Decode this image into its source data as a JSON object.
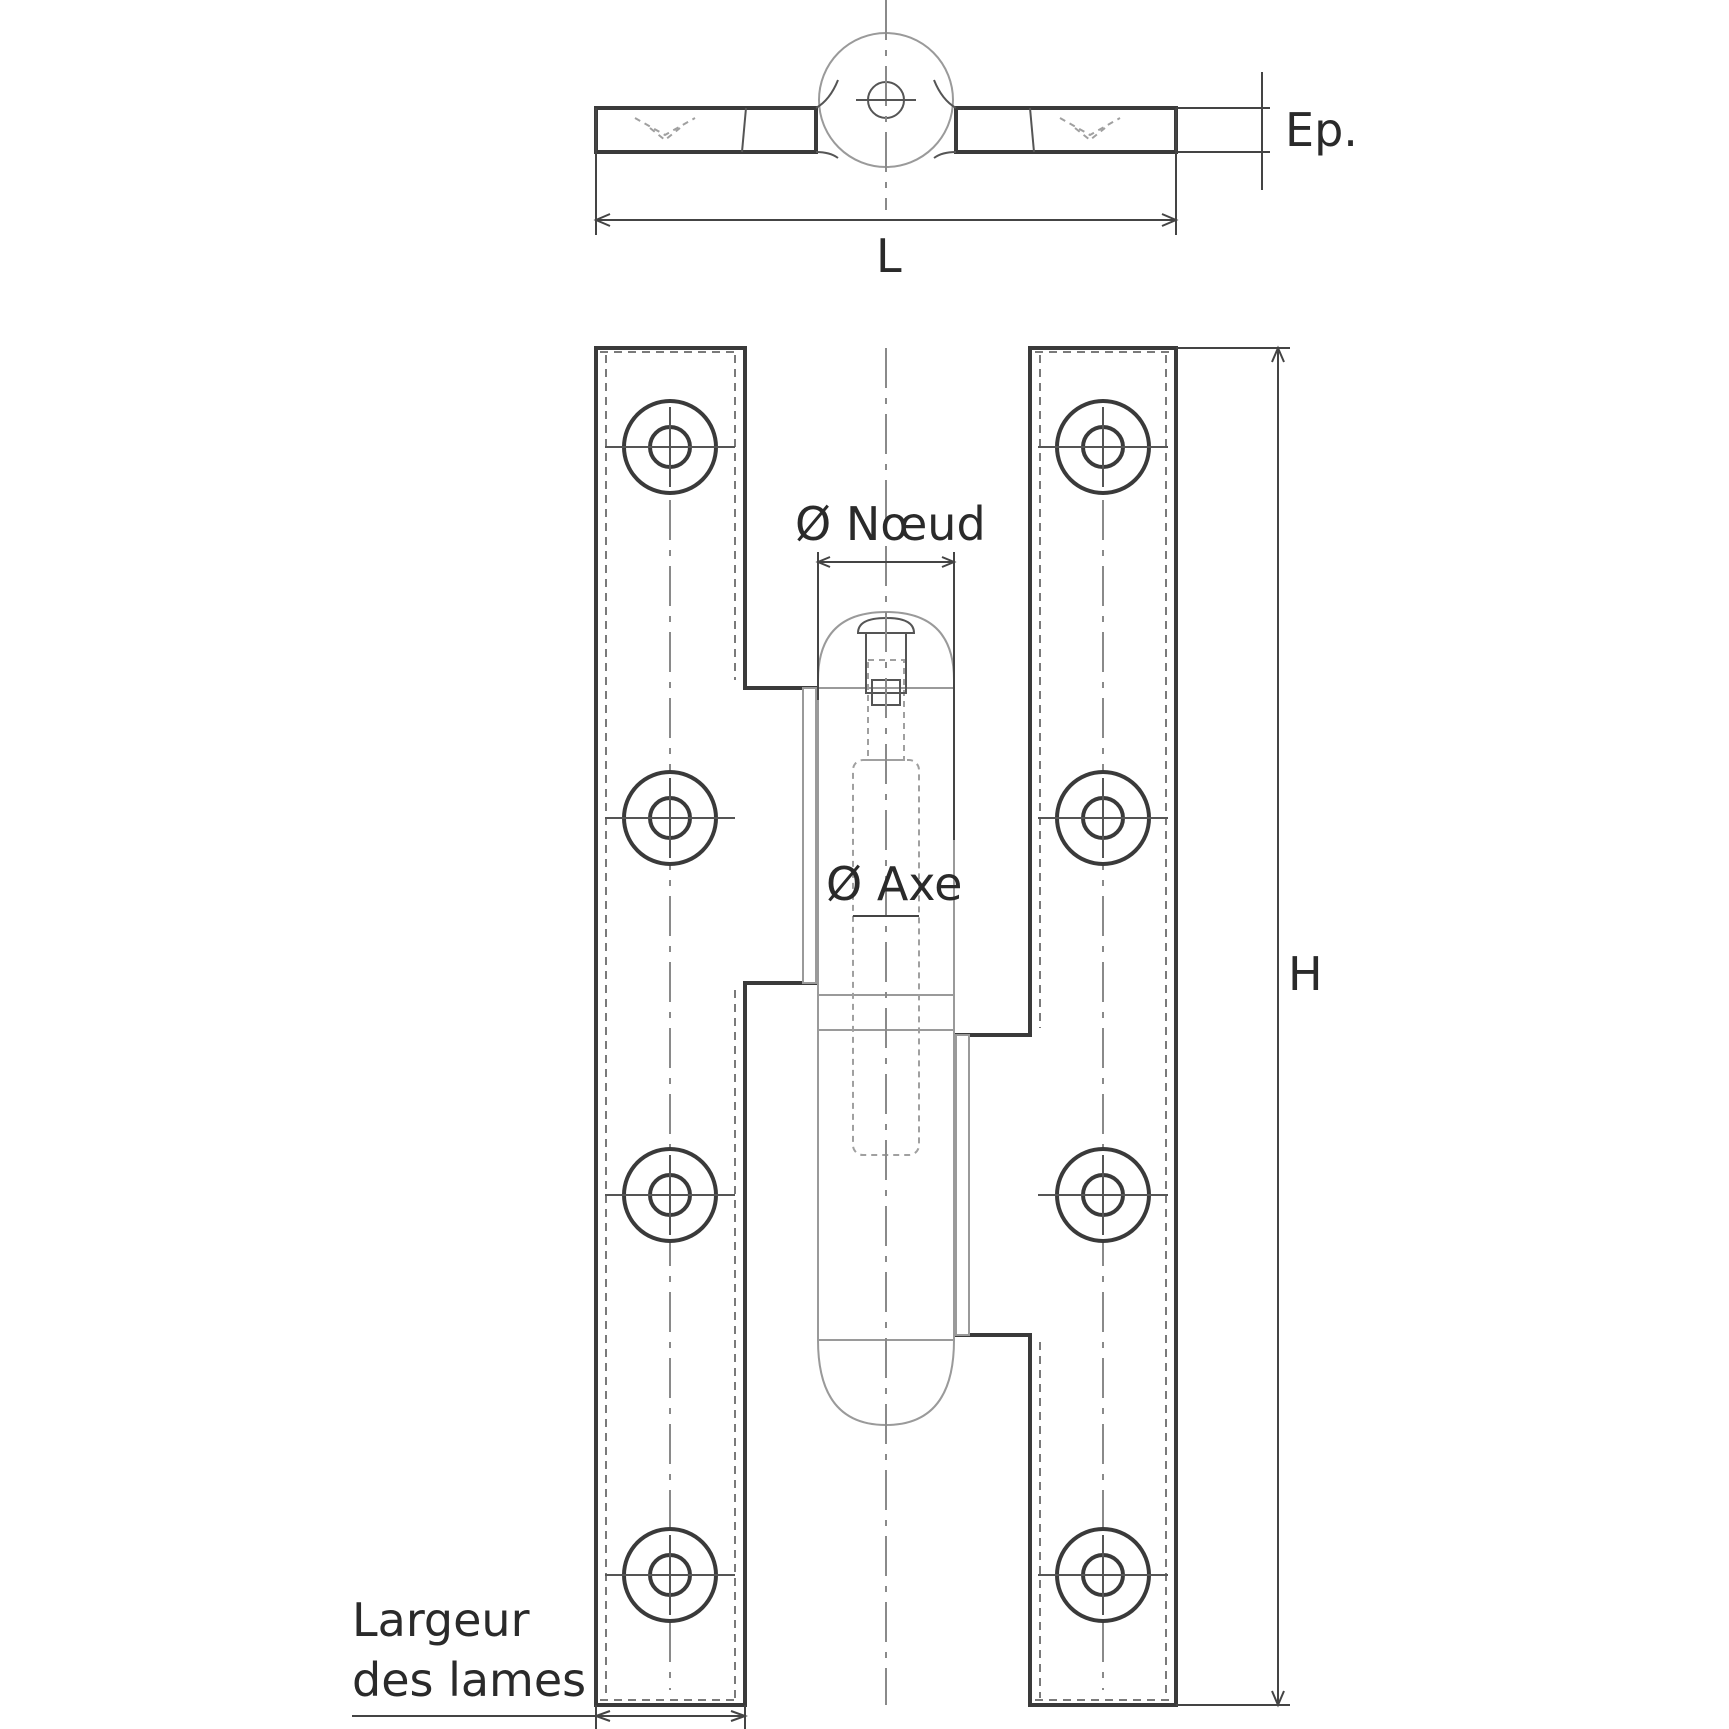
{
  "labels": {
    "thickness": "Ep.",
    "length": "L",
    "height": "H",
    "knuckle_diameter": "Ø Nœud",
    "pin_diameter": "Ø Axe",
    "leaf_width_line1": "Largeur",
    "leaf_width_line2": "des lames"
  },
  "colors": {
    "line": "#3a3a3a",
    "text": "#2a2a2a",
    "background": "#ffffff"
  },
  "icons": {
    "countersunk_hole": "countersunk-screw-hole"
  }
}
